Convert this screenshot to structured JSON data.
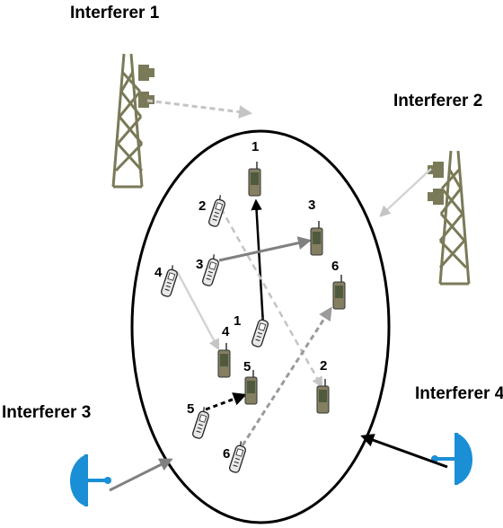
{
  "interferers": {
    "i1": "Interferer 1",
    "i2": "Interferer 2",
    "i3": "Interferer 3",
    "i4": "Interferer 4"
  },
  "nodes": {
    "rx1": "1",
    "tx1": "1",
    "rx2": "2",
    "tx2": "2",
    "rx3": "3",
    "tx3": "3",
    "rx4": "4",
    "tx4": "4",
    "rx5": "5",
    "tx5": "5",
    "rx6": "6",
    "tx6": "6"
  },
  "colors": {
    "tower": "#7b7a58",
    "dish": "#1a8fd6",
    "device_body": "#857f62",
    "device_screen": "#4f5a3e",
    "ellipse": "#000000"
  },
  "icons": {
    "tower": "cell-tower-icon",
    "dish": "satellite-dish-icon",
    "base_device": "base-station-device-icon",
    "handset": "mobile-phone-icon"
  }
}
